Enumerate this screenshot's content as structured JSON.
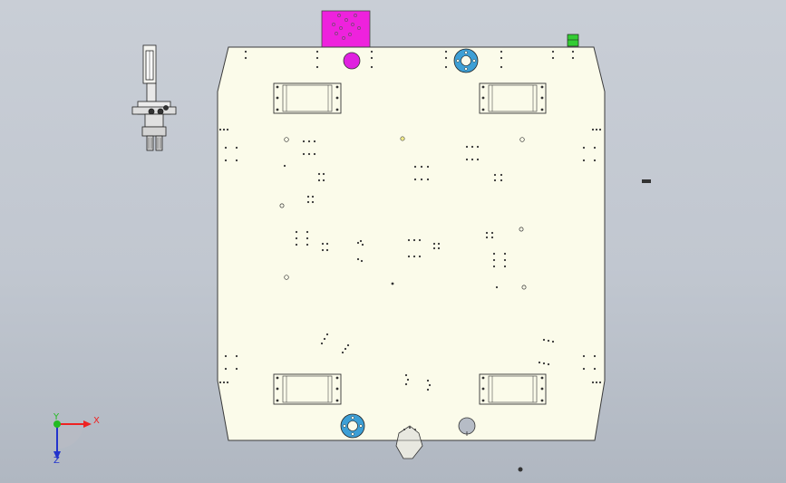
{
  "viewport": {
    "background_top": "#c9ced6",
    "background_bottom": "#b0b7c1"
  },
  "plate": {
    "fill": "#fbfbea",
    "stroke": "#3a3a3a"
  },
  "colors": {
    "magenta_block": "#ee22dd",
    "magenta_knob": "#e020e0",
    "green_marker": "#33cc33",
    "blue_cylinder": "#3d9fd6",
    "grey_cylinder": "#b6bcc6"
  },
  "triad": {
    "x_label": "X",
    "y_label": "Y",
    "z_label": "Z",
    "x_color": "#ee2222",
    "y_color": "#22bb22",
    "z_color": "#2233cc"
  },
  "components": {
    "top_clamp_icon": "rectangular-clamp",
    "bottom_clamp_icon": "rectangular-clamp",
    "fixture_icon": "pneumatic-gripper-assembly"
  }
}
